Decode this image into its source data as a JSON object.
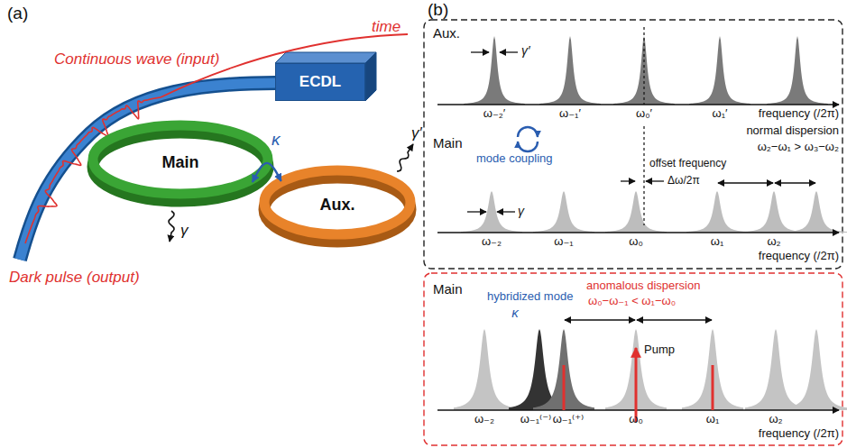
{
  "diagram": {
    "nodes": [
      {
        "text": [
          "ECDL"
        ]
      },
      {
        "text": [
          "Main"
        ]
      },
      {
        "text": [
          "Aux."
        ]
      }
    ],
    "edges": [
      {
        "from": 1,
        "to": 2,
        "arrow": "both",
        "label": "κ"
      }
    ],
    "labels": [
      "(a)",
      "Continuous wave (input)",
      "time",
      "Dark pulse (output)",
      "γ",
      "γ′",
      "(b)",
      "Aux.",
      "γ′",
      "ω₋₂′",
      "ω₋₁′",
      "ω₀′",
      "ω₁′",
      "frequency (/2π)",
      "Main",
      "mode coupling",
      "offset frequency",
      "Δω/2π",
      "normal dispersion",
      "ω₂−ω₁ > ω₃−ω₂",
      "γ",
      "ω₋₂",
      "ω₋₁",
      "ω₀",
      "ω₁",
      "ω₂",
      "frequency (/2π)",
      "Main",
      "hybridized mode",
      "κ",
      "anomalous dispersion",
      "ω₀−ω₋₁ < ω₁−ω₀",
      "Pump",
      "ω₋₂",
      "ω₋₁⁽⁻⁾",
      "ω₋₁⁽⁺⁾",
      "ω₀",
      "ω₁",
      "ω₂",
      "frequency (/2π)"
    ]
  }
}
